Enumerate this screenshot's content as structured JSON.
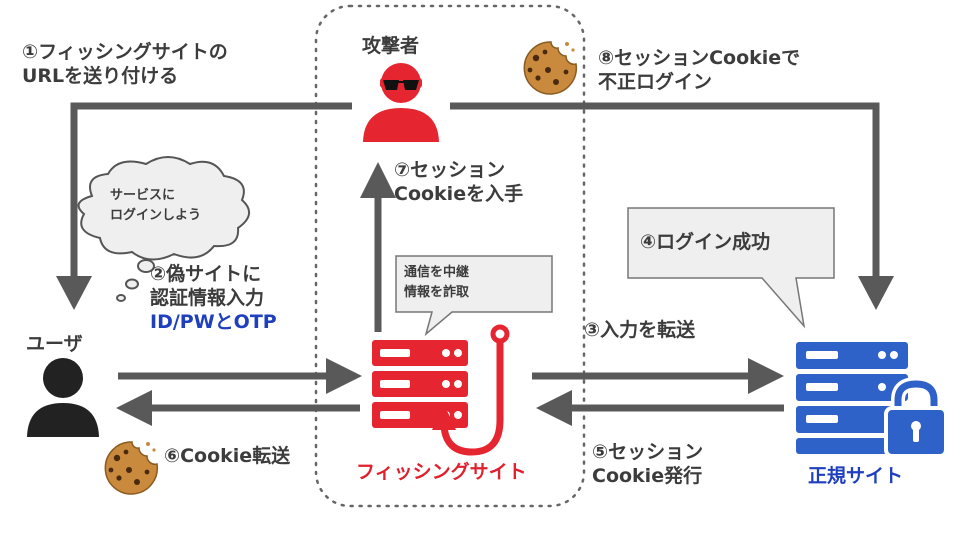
{
  "colors": {
    "arrow": "#595959",
    "attacker_red": "#e52530",
    "phishing_red": "#e52530",
    "legit_blue": "#2f62c8",
    "user_black": "#222222",
    "dashed_border": "#666666",
    "callout_fill": "#efefef",
    "cookie": "#c98a3d",
    "highlight_blue": "#1f3fbf"
  },
  "actors": {
    "attacker": {
      "label": "攻撃者",
      "icon": "attacker-icon"
    },
    "user": {
      "label": "ユーザ",
      "icon": "user-icon"
    },
    "phishing_site": {
      "label": "フィッシングサイト",
      "icon": "phishing-server-hook-icon"
    },
    "legit_site": {
      "label": "正規サイト",
      "icon": "server-lock-icon"
    }
  },
  "steps": {
    "s1": {
      "line1": "①フィッシングサイトの",
      "line2": "URLを送り付ける"
    },
    "s2": {
      "line1": "②偽サイトに",
      "line2": "認証情報入力",
      "line3": "ID/PWとOTP"
    },
    "s3": {
      "line1": "③入力を転送"
    },
    "s4": {
      "line1": "④ログイン成功"
    },
    "s5": {
      "line1": "⑤セッション",
      "line2": "Cookie発行"
    },
    "s6": {
      "line1": "⑥Cookie転送"
    },
    "s7": {
      "line1": "⑦セッション",
      "line2": "Cookieを入手"
    },
    "s8": {
      "line1": "⑧セッションCookieで",
      "line2": "不正ログイン"
    }
  },
  "thought_bubble": {
    "line1": "サービスに",
    "line2": "ログインしよう"
  },
  "relay_callout": {
    "line1": "通信を中継",
    "line2": "情報を詐取"
  }
}
